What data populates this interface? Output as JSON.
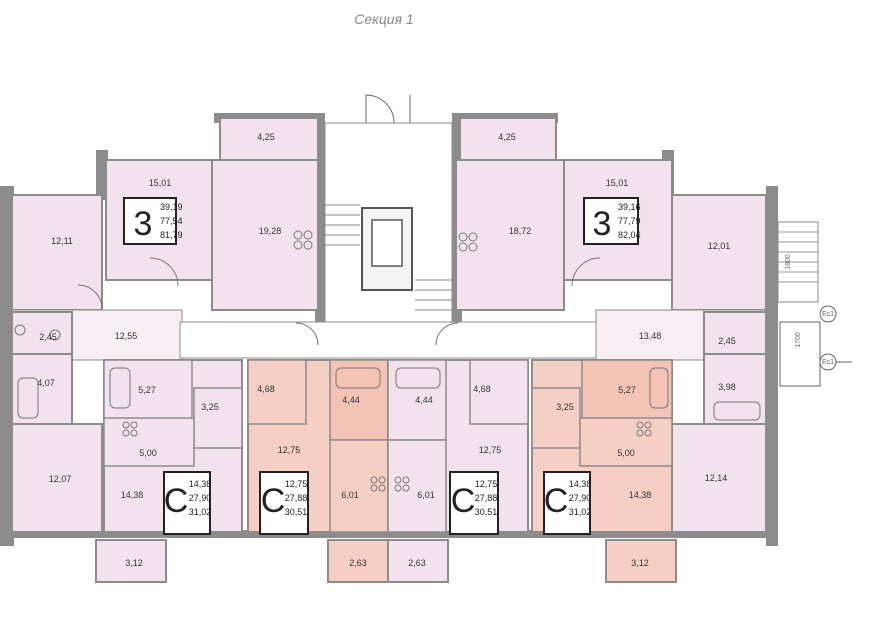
{
  "title": "Секция 1",
  "marks": {
    "ec1_top": "Ес1",
    "ec1_bottom": "Ес1",
    "dim": "1700",
    "dim_right": "1800"
  },
  "apartments": [
    {
      "letter": "3",
      "stats": [
        "39,19",
        "77,54",
        "81,79"
      ]
    },
    {
      "letter": "3",
      "stats": [
        "39,16",
        "77,79",
        "82,04"
      ]
    },
    {
      "letter": "C",
      "stats": [
        "14,38",
        "27,90",
        "31,02"
      ]
    },
    {
      "letter": "C",
      "stats": [
        "12,75",
        "27,88",
        "30,51"
      ]
    },
    {
      "letter": "C",
      "stats": [
        "12,75",
        "27,88",
        "30,51"
      ]
    },
    {
      "letter": "C",
      "stats": [
        "14,38",
        "27,90",
        "31,02"
      ]
    }
  ],
  "rooms": [
    "4,25",
    "4,25",
    "15,01",
    "19,28",
    "12,11",
    "12,55",
    "2,45",
    "4,07",
    "12,07",
    "15,01",
    "18,72",
    "12,01",
    "13,48",
    "2,45",
    "3,98",
    "12,14",
    "5,27",
    "3,25",
    "5,00",
    "14,38",
    "3,12",
    "4,68",
    "4,44",
    "12,75",
    "6,01",
    "2,63",
    "4,44",
    "4,68",
    "12,75",
    "6,01",
    "2,63",
    "5,27",
    "3,25",
    "5,00",
    "14,38",
    "3,12"
  ],
  "colors": {
    "pink_light": "#f2e2ee",
    "pink_mid": "#f0dbe8",
    "salmon": "#f6cfc4",
    "salmon_dark": "#f3c3b5",
    "wall": "#8c8c8c",
    "corridor": "#f7eef4"
  }
}
